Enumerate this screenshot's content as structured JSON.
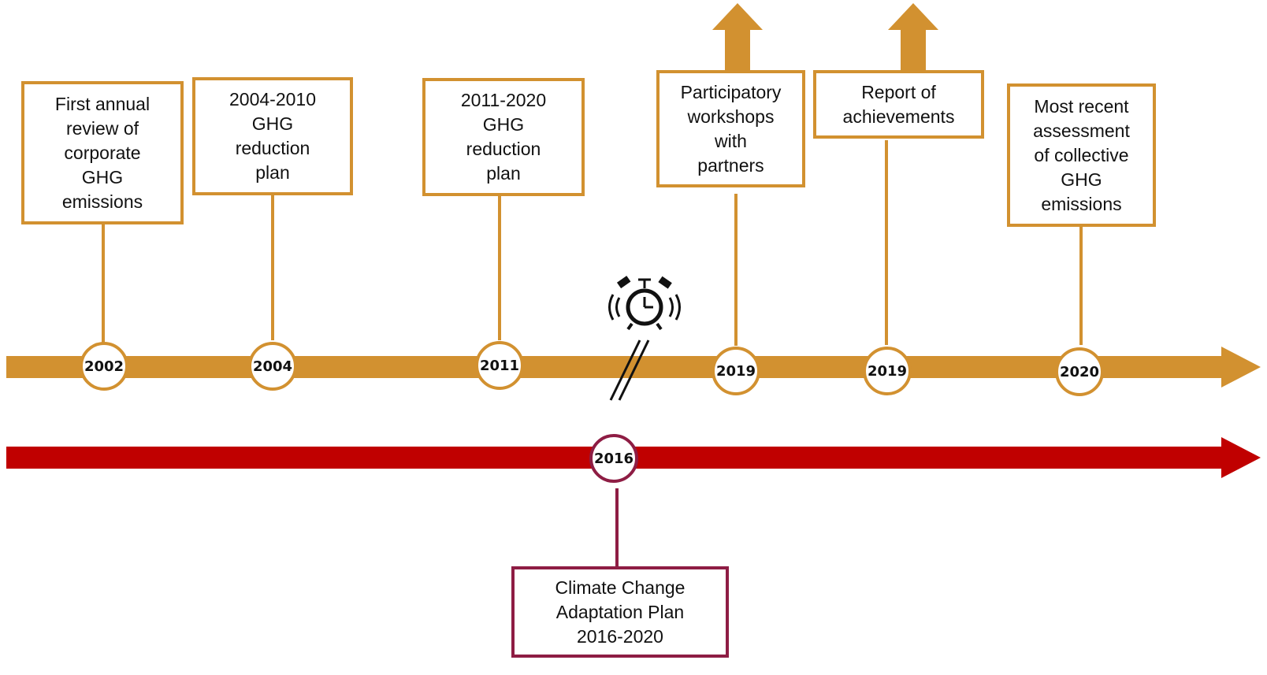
{
  "colors": {
    "corporate_track": "#d29130",
    "adaptation_track": "#c00000",
    "adaptation_border": "#8e1d44"
  },
  "corporate_events": [
    {
      "year": "2002",
      "label": "First annual\nreview of\ncorporate\nGHG\nemissions"
    },
    {
      "year": "2004",
      "label": "2004-2010\nGHG\nreduction\nplan"
    },
    {
      "year": "2011",
      "label": "2011-2020\nGHG\nreduction\nplan"
    },
    {
      "year": "2019",
      "label": "Participatory\nworkshops\nwith\npartners"
    },
    {
      "year": "2019",
      "label": "Report of\nachievements"
    },
    {
      "year": "2020",
      "label": "Most recent\nassessment\nof collective\nGHG\nemissions"
    }
  ],
  "adaptation_event": {
    "year": "2016",
    "label": "Climate Change\nAdaptation Plan\n2016-2020"
  },
  "icons": {
    "timeline_break": "alarm-clock-icon"
  }
}
